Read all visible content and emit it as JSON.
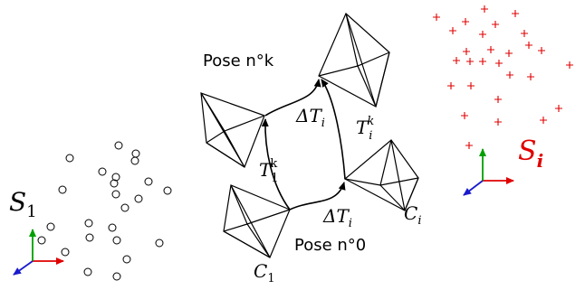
{
  "labels": {
    "s1": {
      "main": "S",
      "sub": "1"
    },
    "si": {
      "main": "S",
      "sub": "i"
    },
    "pose_k": "Pose n°k",
    "pose_0": "Pose n°0",
    "c1": {
      "main": "C",
      "sub": "1"
    },
    "ci": {
      "main": "C",
      "sub": "i"
    },
    "t1k": {
      "main": "T",
      "sub": "1",
      "sup": "k"
    },
    "tik": {
      "main": "T",
      "sub": "i",
      "sup": "k"
    },
    "dti_top": {
      "main": "ΔT",
      "sub": "i"
    },
    "dti_bottom": {
      "main": "ΔT",
      "sub": "i"
    }
  },
  "point_sets": {
    "s1_marker": "circle",
    "si_marker": "+",
    "s1_color": "#000000",
    "si_color": "#e00000"
  },
  "colors": {
    "x_axis": "#e00000",
    "y_axis": "#00a000",
    "z_axis": "#1a1acc",
    "si_label": "#e00000"
  }
}
